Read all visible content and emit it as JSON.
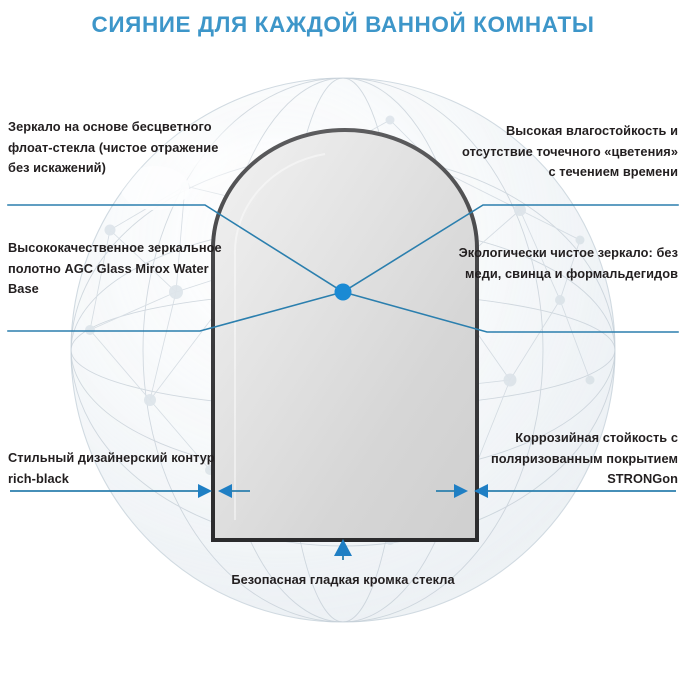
{
  "header": {
    "title": "СИЯНИЕ ДЛЯ КАЖДОЙ ВАННОЙ КОМНАТЫ"
  },
  "colors": {
    "title_blue": "#3d96c9",
    "accent_blue": "#1a8ad4",
    "line_blue": "#2b7fae",
    "text_dark": "#231f20",
    "mirror_frame": "#3a3a3c",
    "background": "#ffffff"
  },
  "callouts": {
    "mirror_base": {
      "text": "Зеркало на основе бесцветного флоат-стекла (чистое отражение без искажений)",
      "side": "left"
    },
    "panel": {
      "text": "Высококачественное зеркальное полотно AGC Glass Mirox Water Base",
      "side": "left"
    },
    "contour": {
      "text": "Стильный дизайнерский контур rich-black",
      "side": "left"
    },
    "humidity": {
      "text": "Высокая влагостойкость и отсутствие точечного «цветения» с течением времени",
      "side": "right"
    },
    "eco": {
      "text": "Экологически чистое зеркало: без меди, свинца и формальдегидов",
      "side": "right"
    },
    "corrosion": {
      "text": "Коррозийная стойкость с поляризованным покрытием STRONGon",
      "side": "right"
    },
    "edge": {
      "text": "Безопасная гладкая кромка стекла",
      "side": "center"
    }
  },
  "graphic": {
    "hub_label": "hub-dot",
    "product_label": "arched-mirror",
    "sphere_label": "wireframe-sphere"
  }
}
